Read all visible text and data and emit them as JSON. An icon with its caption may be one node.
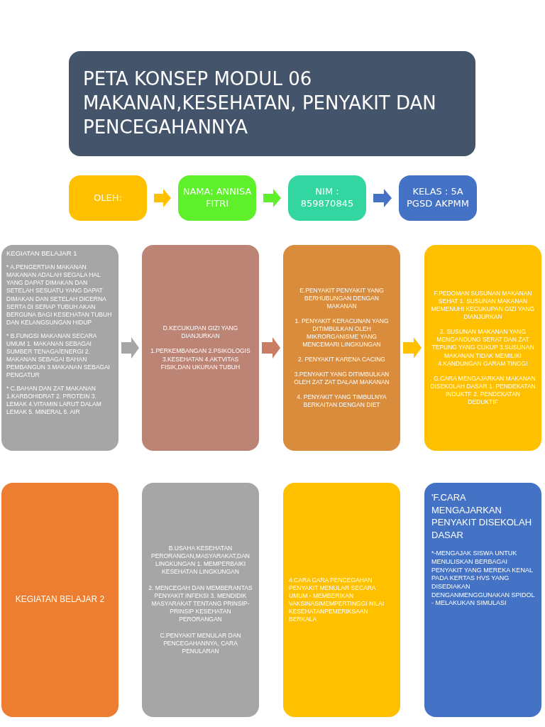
{
  "diagram": {
    "nodes": [
      {
        "text": [
          "PETA KONSEP MODUL 06 MAKANAN,KESEHATAN, PENYAKIT DAN PENCEGAHANNYA"
        ]
      },
      {
        "text": [
          "OLEH:"
        ]
      },
      {
        "text": [
          "NAMA: ANNISA FITRI"
        ]
      },
      {
        "text": [
          "NIM : 859870845"
        ]
      },
      {
        "text": [
          "KELAS : 5A PGSD AKPMM"
        ]
      },
      {
        "text": [
          "KEGIATAN BELAJAR 1",
          "* A.PENGERTIAN MAKANAN MAKANAN ADALAH SEGALA HAL YANG DAPAT DIMAKAN DAN SETELAH SESUATU YANG DAPAT DIMAKAN DAN SETELAH DICERNA SERTA DI SERAP TUBUH AKAN BERGUNA BAGI KESEHATAN TUBUH DAN KELANGSUNGAN HIDUP",
          "* B.FUNGSI MAKANAN SECARA UMUM 1. MAKANAN SEBAGAI SUMBER TENAGA/ENERGI 2. MAKANAN SEBAGAI BAHAN PEMBANGUN 3.MAKANAN SEBAGAI PENGATUR",
          "* C.BAHAN DAN ZAT MAKANAN 1.KARBOHIDRAT 2. PROTEIN 3. LEMAK 4.VITAMIN LARUT DALAM LEMAK 5. MINERAL 6. AIR"
        ]
      },
      {
        "text": [
          "D.KECUKUPAN GIZI YANG DIANJURKAN",
          "1.PERKEMBANGAN 2.PSIKOLOGIS 3.KESEHATAN 4.AKTVITAS FISIK,DAN UKURAN TUBUH"
        ]
      },
      {
        "text": [
          "E.PENYAKIT PENYAKIT YANG BERHUBUNGAN DENGAN MAKANAN",
          "1. PENYAKIT KERACUNAN YANG DITIMBULKAN OLEH MIKRORGANISME YANG MENCEMARI LINGKUNGAN",
          "2. PENYAKIT KARENA CACING",
          "3.PENYAKIT YANG DITIMBULKAN OLEH ZAT ZAT DALAM MAKANAN",
          "4. PENYAKIT YANG TIMBULNYA BERKAITAN DENGAN DIET"
        ]
      },
      {
        "text": [
          "F.PEDOMAN SUSUNAN MAKANAN SEHAT 1. SUSUNAN MAKANAN MEMENUHI KECUKUPAN GIZI YANG DIANJURKAN",
          "2. SUSUNAN MAKANAN YANG MENGANDUNG SERAT DAN ZAT TEPUNG YANG CUKUP 3.SUSUNAN MAKANAN TIDAK MEMILIKI 4.KANDUNGAN GARAM TINGGI",
          ". G.CARA MENGAJARKAN MAKANAN DISEKOLAH DASAR 1. PENDEKATAN INDUKTF 2. PENDEKATAN DEDUKTIF"
        ]
      },
      {
        "text": [
          "KEGIATAN BELAJAR 2"
        ]
      },
      {
        "text": [
          "B.USAHA KESEHATAN PERORANGAN,MASYARAKAT,DAN LINGKUNGAN 1. MEMPERBAIKI KESEHATAN LINGKUNGAN",
          "2. MENCEGAH DAN MEMBERANTAS PENYAKIT INFEKSI 3. MENDIDIK MASYARAKAT TENTANG PRINSIP-PRINSIP KESEHATAN PERORANGAN",
          "C.PENYAKIT MENULAR DAN PENCEGAHANNYA, CARA PENULARAN"
        ]
      },
      {
        "text": [
          "4.CARA CARA PENCEGAHAN PENYAKIT MENULAR SECARA UMUM - MEMBERIKAN VAKSINASIMEMPERTINGGI NILAI KESEHATANPEMERIKSAAN BERKALA"
        ]
      },
      {
        "text": [
          "'F.CARA MENGAJARKAN PENYAKIT DISEKOLAH DASAR",
          "*-MENGAJAK SISWA UNTUK MENULISKAN BERBAGAI PENYAKIT YANG MEREKA KENAL PADA KERTAS HVS YANG DISEDIAKAN DENGANMENGGUNAKAN SPIDOL - MELAKUKAN SIMULASI"
        ]
      }
    ],
    "edges": [
      {
        "from": 1,
        "to": 2,
        "arrow": "to",
        "color": "#ffc000"
      },
      {
        "from": 2,
        "to": 3,
        "arrow": "to",
        "color": "#5ef02a"
      },
      {
        "from": 3,
        "to": 4,
        "arrow": "to",
        "color": "#4472c4"
      },
      {
        "from": 5,
        "to": 6,
        "arrow": "to",
        "color": "#a6a6a6"
      },
      {
        "from": 6,
        "to": 7,
        "arrow": "to",
        "color": "#c97d63"
      },
      {
        "from": 7,
        "to": 8,
        "arrow": "to",
        "color": "#ffc000"
      }
    ]
  }
}
